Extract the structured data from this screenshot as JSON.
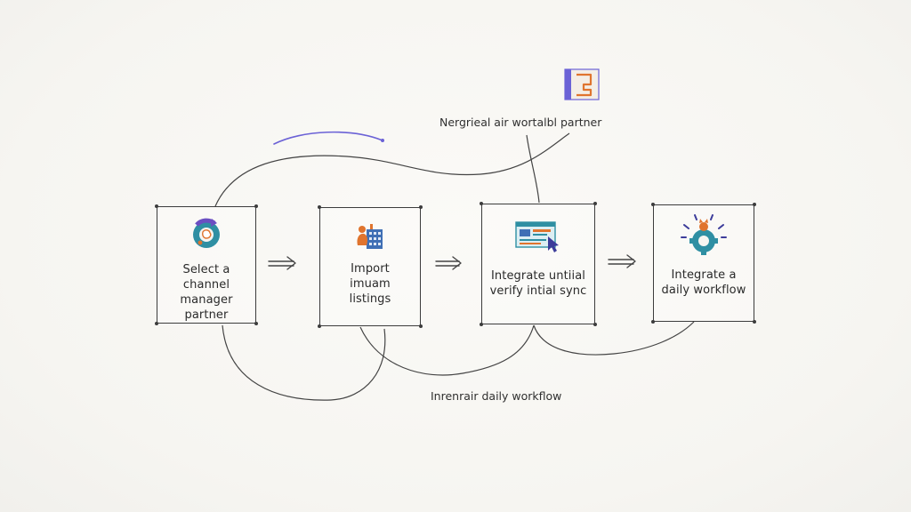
{
  "steps": [
    {
      "label_line1": "Select a channel",
      "label_line2": "manager partner",
      "label_line3": "",
      "icon": "circular-arrows-icon"
    },
    {
      "label_line1": "Import",
      "label_line2": "imuam",
      "label_line3": "listings",
      "icon": "building-listings-icon"
    },
    {
      "label_line1": "Integrate untiial",
      "label_line2": "verify intial sync",
      "label_line3": "",
      "icon": "browser-cursor-icon"
    },
    {
      "label_line1": "Integrate a",
      "label_line2": "daily workflow",
      "label_line3": "",
      "icon": "team-gear-icon"
    }
  ],
  "annotations": {
    "top": "Nergrieal air wortalbl partner",
    "bottom": "Inrenrair daily workflow"
  },
  "logo": {
    "icon": "partner-logo-icon"
  },
  "colors": {
    "ink": "#3c3c3c",
    "teal": "#2f8fa3",
    "blue": "#3f6fb5",
    "purple": "#6b4fc2",
    "orange": "#e0742e"
  }
}
